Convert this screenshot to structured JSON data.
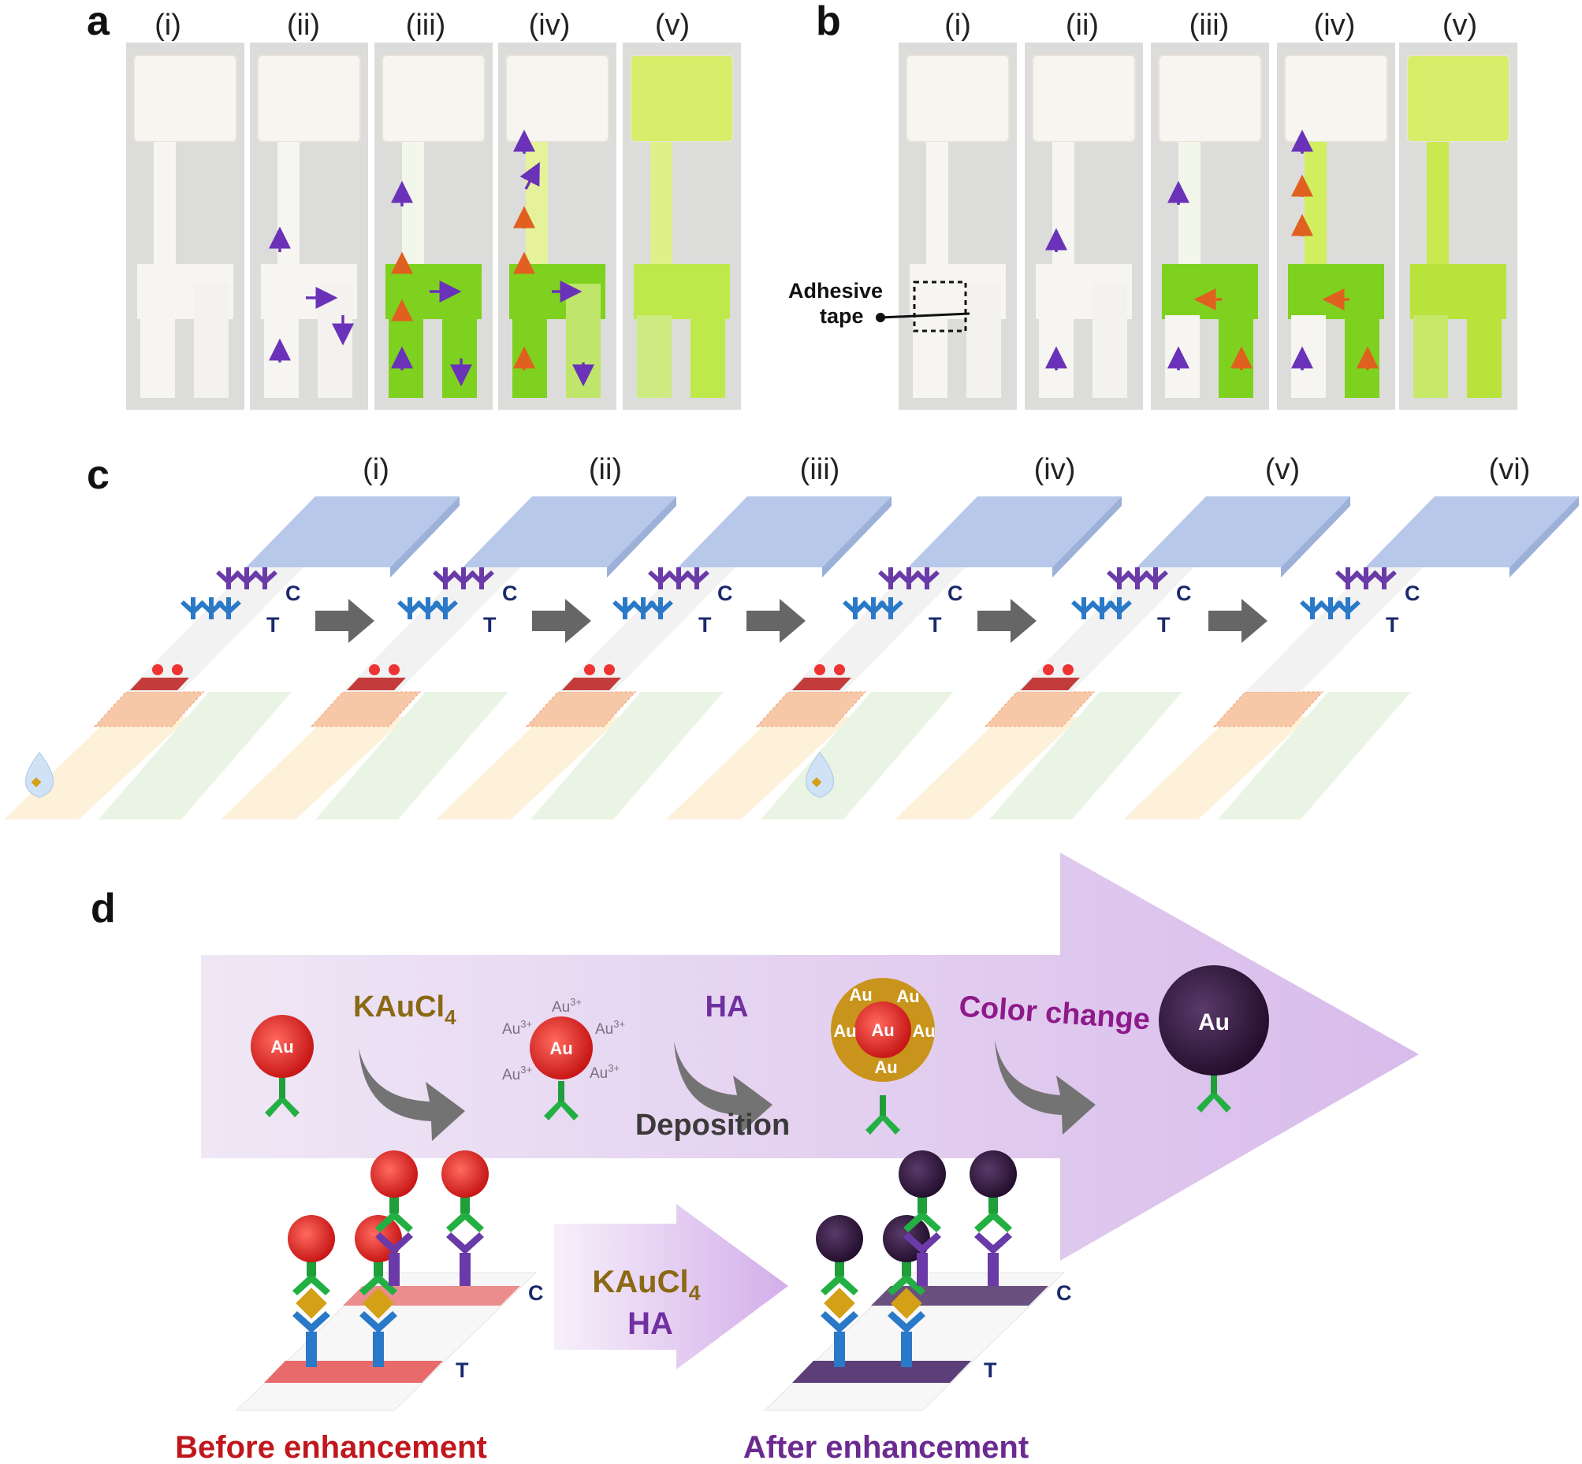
{
  "panels": {
    "a": {
      "label": "a",
      "steps": [
        "(i)",
        "(ii)",
        "(iii)",
        "(iv)",
        "(v)"
      ]
    },
    "b": {
      "label": "b",
      "steps": [
        "(i)",
        "(ii)",
        "(iii)",
        "(iv)",
        "(v)"
      ],
      "annotation_line1": "Adhesive",
      "annotation_line2": "tape"
    },
    "c": {
      "label": "c",
      "steps": [
        "(i)",
        "(ii)",
        "(iii)",
        "(iv)",
        "(v)",
        "(vi)"
      ],
      "c_line": "C",
      "t_line": "T"
    },
    "d": {
      "label": "d",
      "au": "Au",
      "au3": "Au",
      "au3_sup": "3+",
      "reagent1_main": "KAuCl",
      "reagent1_sub": "4",
      "reagent2": "HA",
      "deposition": "Deposition",
      "color_change": "Color change",
      "arrow_line1_main": "KAuCl",
      "arrow_line1_sub": "4",
      "arrow_line2": "HA",
      "c_line": "C",
      "t_line": "T",
      "before": "Before enhancement",
      "after": "After enhancement"
    }
  },
  "colors": {
    "green_fluid": "#7ed321",
    "arrow_purple": "#6a32b8",
    "arrow_orange": "#e0601f",
    "pad_blue": "#b7c8ea",
    "gold_red": "#d42828",
    "enhanced_dark": "#33183f",
    "reagent_brown": "#8b6914",
    "ha_purple": "#7030a0",
    "color_change_purple": "#8e1a8a",
    "before_red": "#c0171d",
    "after_purple": "#6b2a8f"
  }
}
